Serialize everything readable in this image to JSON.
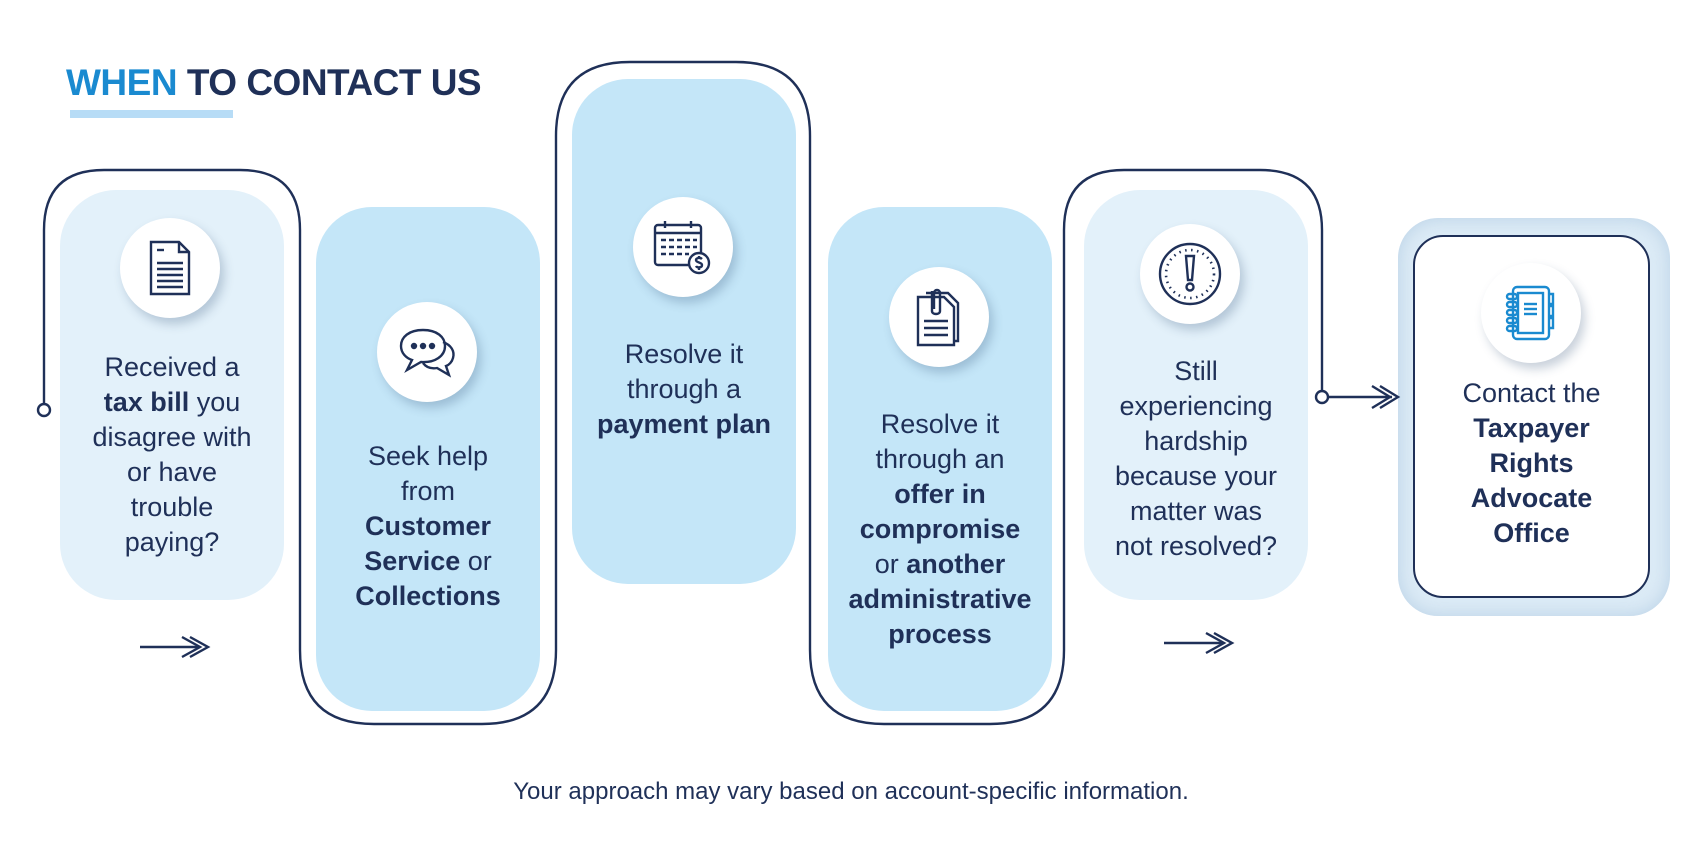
{
  "title": {
    "accent": "WHEN",
    "rest": "TO CONTACT US"
  },
  "colors": {
    "accent": "#1a8ad0",
    "navy": "#1f3058",
    "light_card": "#e3f1fa",
    "mid_card": "#c4e6f8",
    "underline": "#b7dcf6"
  },
  "steps": [
    {
      "icon": "document-icon",
      "lines": [
        [
          {
            "t": "Received a"
          }
        ],
        [
          {
            "t": "tax bill",
            "b": true
          },
          {
            "t": " you"
          }
        ],
        [
          {
            "t": "disagree with"
          }
        ],
        [
          {
            "t": "or have"
          }
        ],
        [
          {
            "t": "trouble"
          }
        ],
        [
          {
            "t": "paying?"
          }
        ]
      ]
    },
    {
      "icon": "chat-bubbles-icon",
      "lines": [
        [
          {
            "t": "Seek help"
          }
        ],
        [
          {
            "t": "from"
          }
        ],
        [
          {
            "t": "Customer",
            "b": true
          }
        ],
        [
          {
            "t": "Service",
            "b": true
          },
          {
            "t": " or"
          }
        ],
        [
          {
            "t": "Collections",
            "b": true
          }
        ]
      ]
    },
    {
      "icon": "calendar-dollar-icon",
      "lines": [
        [
          {
            "t": "Resolve it"
          }
        ],
        [
          {
            "t": "through a"
          }
        ],
        [
          {
            "t": "payment plan",
            "b": true
          }
        ]
      ]
    },
    {
      "icon": "clipped-documents-icon",
      "lines": [
        [
          {
            "t": "Resolve it"
          }
        ],
        [
          {
            "t": "through an"
          }
        ],
        [
          {
            "t": "offer in",
            "b": true
          }
        ],
        [
          {
            "t": "compromise",
            "b": true
          }
        ],
        [
          {
            "t": "or "
          },
          {
            "t": "another",
            "b": true
          }
        ],
        [
          {
            "t": "administrative",
            "b": true
          }
        ],
        [
          {
            "t": "process",
            "b": true
          }
        ]
      ]
    },
    {
      "icon": "alert-circle-icon",
      "lines": [
        [
          {
            "t": "Still"
          }
        ],
        [
          {
            "t": "experiencing"
          }
        ],
        [
          {
            "t": "hardship"
          }
        ],
        [
          {
            "t": "because your"
          }
        ],
        [
          {
            "t": "matter was"
          }
        ],
        [
          {
            "t": "not resolved?"
          }
        ]
      ]
    },
    {
      "icon": "notebook-icon",
      "lines": [
        [
          {
            "t": "Contact the"
          }
        ],
        [
          {
            "t": "Taxpayer",
            "b": true
          }
        ],
        [
          {
            "t": "Rights",
            "b": true
          }
        ],
        [
          {
            "t": "Advocate",
            "b": true
          }
        ],
        [
          {
            "t": "Office",
            "b": true
          }
        ]
      ]
    }
  ],
  "footer": "Your approach may vary based on account-specific information."
}
